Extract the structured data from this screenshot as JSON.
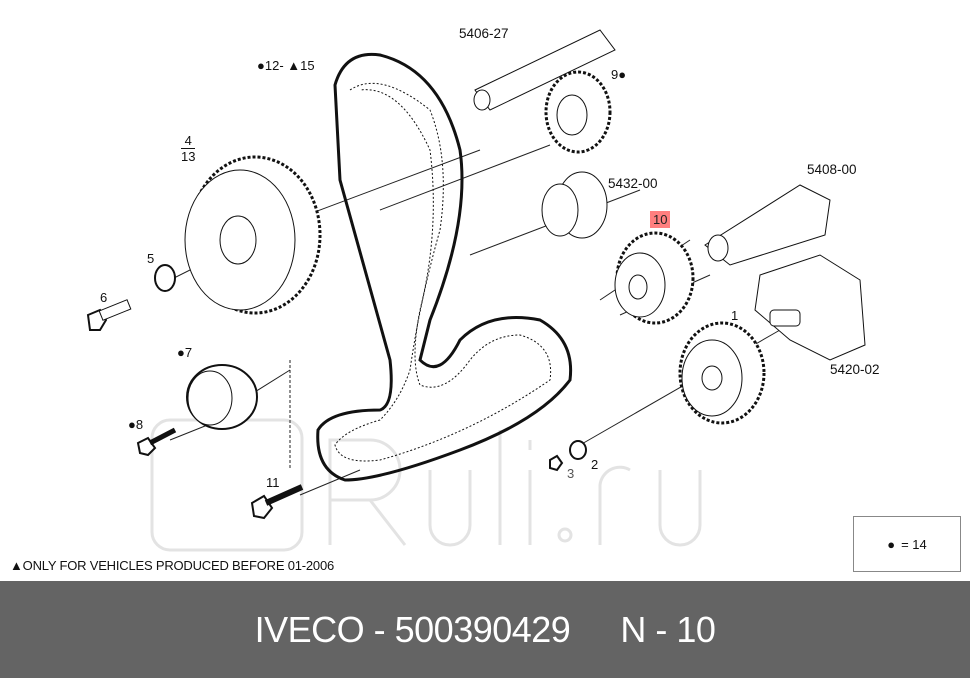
{
  "diagram": {
    "callouts": {
      "camshaft": "5406-27",
      "idler": "5432-00",
      "crankshaft": "5408-00",
      "pump": "5420-02",
      "belt_qty": "12-",
      "belt_variant": "15",
      "item9": "9",
      "item4": "4",
      "item13": "13",
      "item5": "5",
      "item6": "6",
      "item7": "7",
      "item8": "8",
      "item11": "11",
      "item1": "1",
      "item2": "2",
      "item3": "3",
      "item10_highlighted": "10"
    },
    "highlight_color": "#ff7f7f",
    "legend": {
      "symbol": "●",
      "text": "= 14"
    },
    "footnote": "▲ONLY FOR VEHICLES PRODUCED BEFORE 01-2006"
  },
  "footer": {
    "brand_part": "IVECO - 500390429",
    "position": "N - 10",
    "background": "#646464"
  },
  "watermark": "Ruli.ru"
}
